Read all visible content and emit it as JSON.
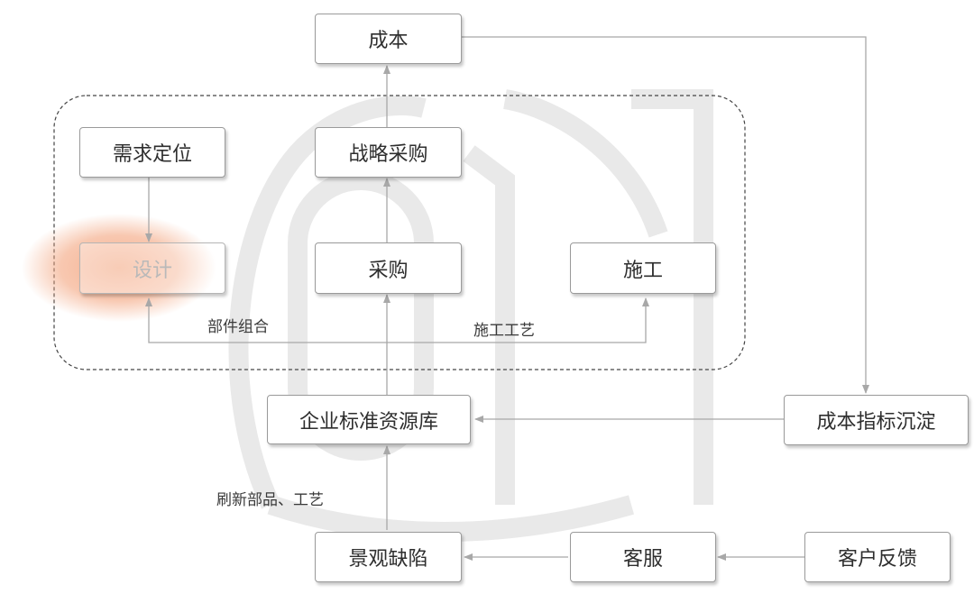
{
  "nodes": {
    "cost": "成本",
    "demand": "需求定位",
    "strategic": "战略采购",
    "design": "设计",
    "purchase": "采购",
    "construction": "施工",
    "library": "企业标准资源库",
    "cost_index": "成本指标沉淀",
    "defect": "景观缺陷",
    "service": "客服",
    "feedback": "客户反馈"
  },
  "edge_labels": {
    "components": "部件组合",
    "craft": "施工工艺",
    "refresh": "刷新部品、工艺"
  },
  "colors": {
    "line": "#a8a8a8",
    "highlight": "#f3a37c"
  }
}
